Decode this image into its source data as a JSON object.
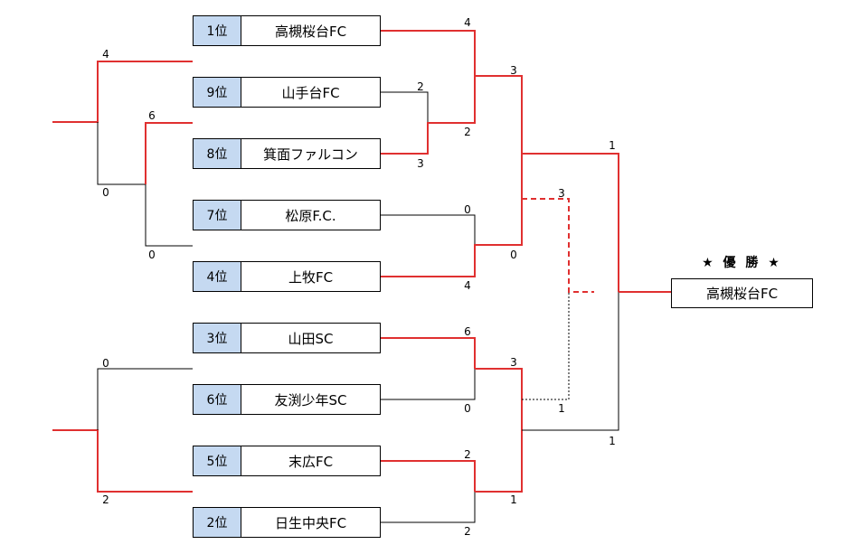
{
  "colors": {
    "winner_line": "#e03030",
    "loser_line": "#000000",
    "rank_bg": "#c5d9f1"
  },
  "teams": [
    {
      "rank": "1位",
      "name": "高槻桜台FC"
    },
    {
      "rank": "9位",
      "name": "山手台FC"
    },
    {
      "rank": "8位",
      "name": "箕面ファルコン"
    },
    {
      "rank": "7位",
      "name": "松原F.C."
    },
    {
      "rank": "4位",
      "name": "上牧FC"
    },
    {
      "rank": "3位",
      "name": "山田SC"
    },
    {
      "rank": "6位",
      "name": "友渕少年SC"
    },
    {
      "rank": "5位",
      "name": "末広FC"
    },
    {
      "rank": "2位",
      "name": "日生中央FC"
    }
  ],
  "scores": [
    "4",
    "6",
    "0",
    "0",
    "0",
    "2",
    "4",
    "2",
    "3",
    "2",
    "3",
    "0",
    "0",
    "4",
    "6",
    "0",
    "3",
    "1",
    "2",
    "1",
    "2",
    "3",
    "1",
    "1"
  ],
  "champion": {
    "title": "★ 優 勝 ★",
    "name": "高槻桜台FC"
  }
}
